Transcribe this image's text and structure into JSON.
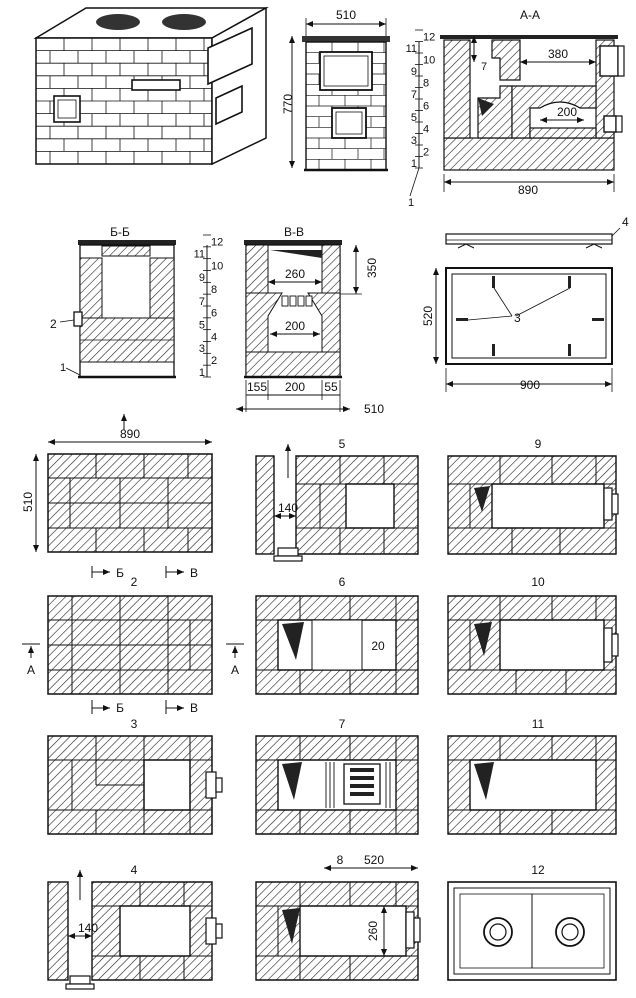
{
  "elevation": {
    "width": "510",
    "height": "770",
    "course_numbers_left": [
      "11",
      "9",
      "7",
      "5",
      "3",
      "1"
    ],
    "course_numbers_right": [
      "12",
      "10",
      "8",
      "6",
      "4",
      "2"
    ],
    "ref_1": "1"
  },
  "section_aa": {
    "title": "А-А",
    "dim_380": "380",
    "dim_200": "200",
    "dim_7": "7",
    "length": "890"
  },
  "section_bb": {
    "title": "Б-Б",
    "ref_2": "2",
    "ref_1": "1",
    "course_numbers_left": [
      "11",
      "9",
      "7",
      "5",
      "3",
      "1"
    ],
    "course_numbers_right": [
      "12",
      "10",
      "8",
      "6",
      "4",
      "2"
    ]
  },
  "section_vv": {
    "title": "В-В",
    "dim_260": "260",
    "dim_350": "350",
    "dim_200": "200",
    "bottom_155": "155",
    "bottom_200": "200",
    "bottom_55": "55",
    "bottom_510": "510"
  },
  "frame": {
    "ref_4": "4",
    "ref_3": "3",
    "dim_520": "520",
    "dim_900": "900"
  },
  "courses": {
    "c1": {
      "dim_890": "890",
      "dim_510": "510"
    },
    "c2": {
      "label": "2",
      "cut_b": "Б",
      "cut_v": "В",
      "cut_a": "А"
    },
    "c3": {
      "label": "3",
      "cut_b": "Б",
      "cut_v": "В"
    },
    "c4": {
      "label": "4",
      "dim_140": "140"
    },
    "c5": {
      "label": "5",
      "dim_140": "140"
    },
    "c6": {
      "label": "6",
      "dim_20": "20"
    },
    "c7": {
      "label": "7"
    },
    "c8": {
      "label": "8",
      "dim_520": "520",
      "dim_260": "260"
    },
    "c9": {
      "label": "9"
    },
    "c10": {
      "label": "10"
    },
    "c11": {
      "label": "11"
    },
    "c12": {
      "label": "12"
    }
  }
}
